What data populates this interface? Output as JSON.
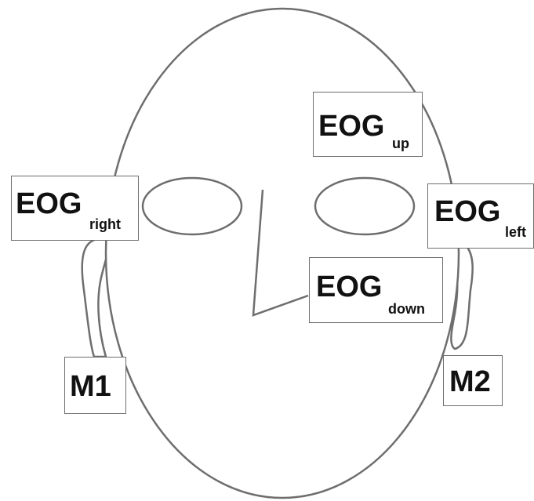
{
  "labels": {
    "eog_up": {
      "main": "EOG",
      "sub": "up"
    },
    "eog_right": {
      "main": "EOG",
      "sub": "right"
    },
    "eog_left": {
      "main": "EOG",
      "sub": "left"
    },
    "eog_down": {
      "main": "EOG",
      "sub": "down"
    },
    "m1": {
      "main": "M1"
    },
    "m2": {
      "main": "M2"
    }
  }
}
